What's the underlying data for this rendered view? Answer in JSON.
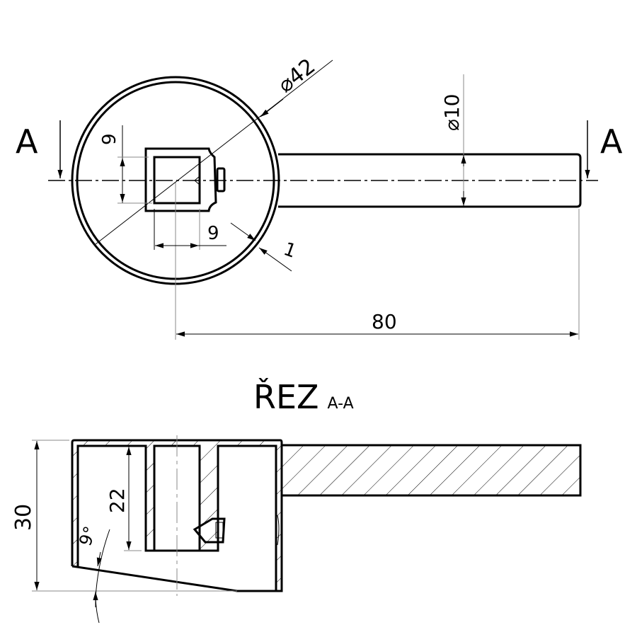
{
  "top_view": {
    "section_marker_left": "A",
    "section_marker_right": "A",
    "dim_diameter_outer": "⌀42",
    "dim_diameter_handle": "⌀10",
    "dim_square_height": "9",
    "dim_square_width": "9",
    "dim_wall": "1",
    "dim_length": "80"
  },
  "section_view": {
    "title": "ŘEZ",
    "title_suffix": "A-A",
    "dim_height": "30",
    "dim_depth": "22",
    "dim_angle": "9°"
  }
}
